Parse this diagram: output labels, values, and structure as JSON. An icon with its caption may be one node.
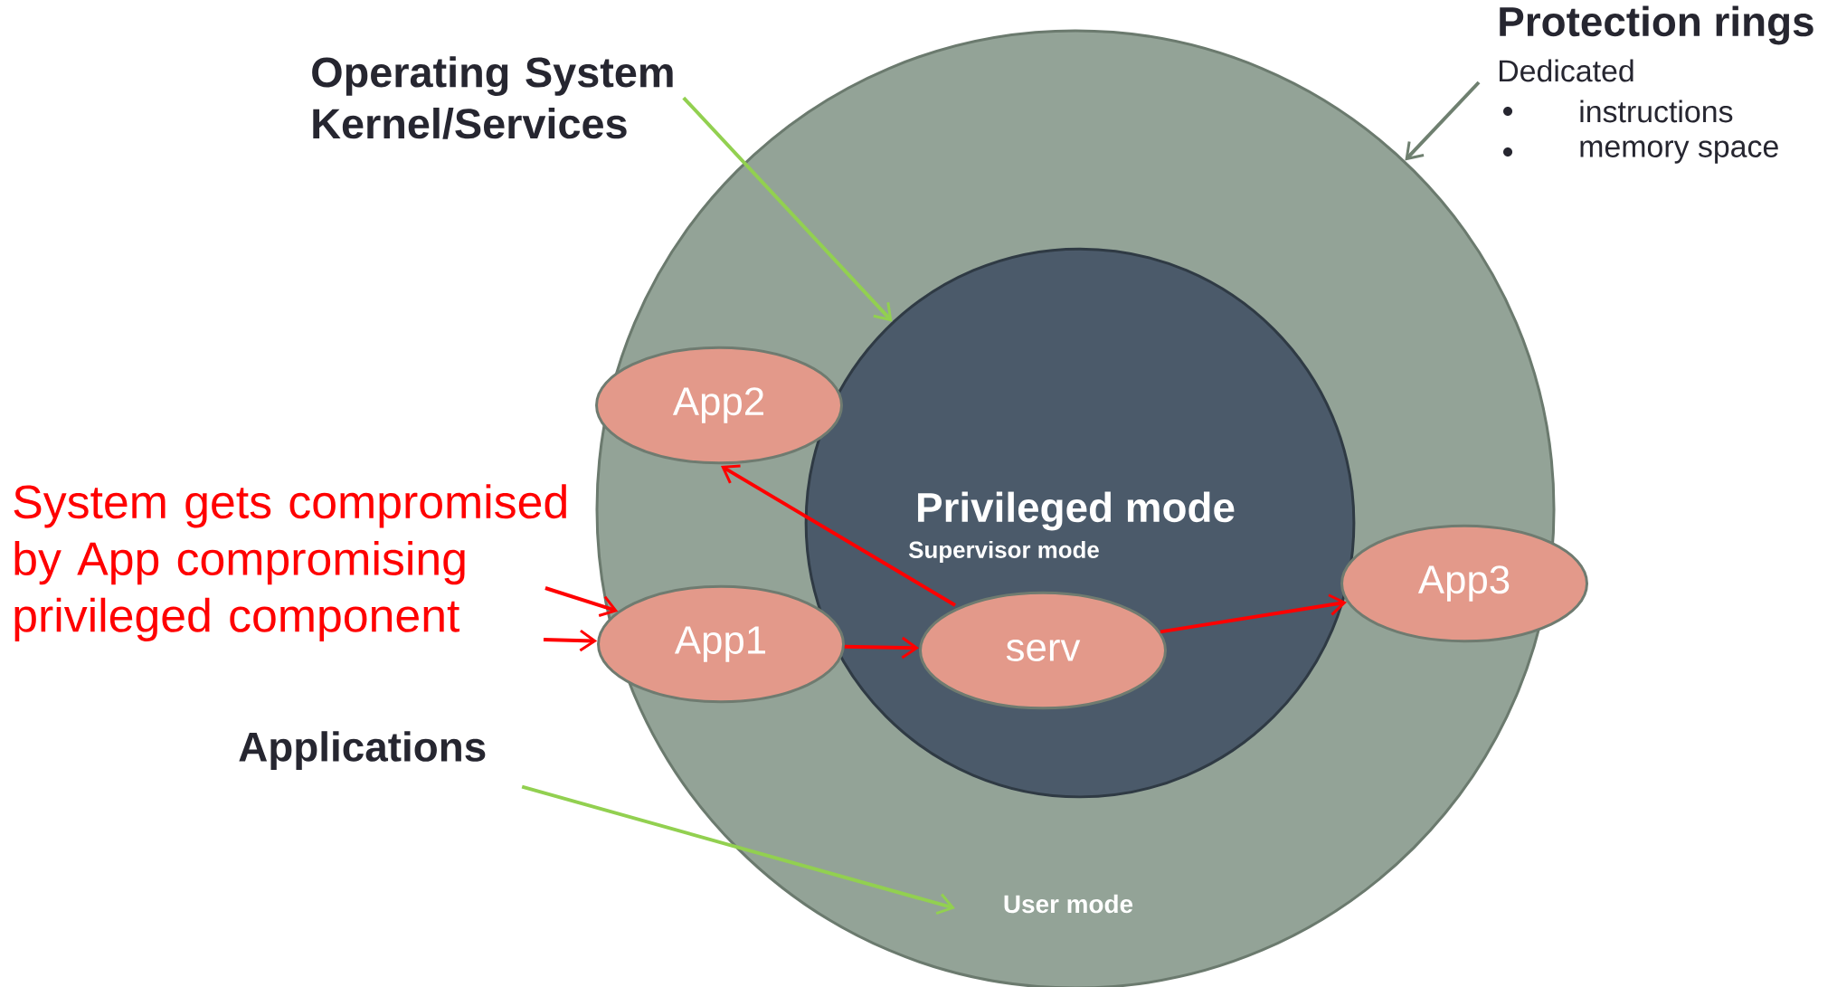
{
  "diagram": {
    "nodes": [
      {
        "text": [
          "Protection rings",
          "Dedicated",
          "instructions",
          "memory space"
        ]
      },
      {
        "text": [
          "Operating System Kernel/Services"
        ]
      },
      {
        "text": [
          "User mode"
        ]
      },
      {
        "text": [
          "Privileged mode",
          "Supervisor mode"
        ],
        "in": 2
      },
      {
        "text": [
          "App2"
        ],
        "in": 2
      },
      {
        "text": [
          "System gets compromised by App compromising privileged component"
        ]
      },
      {
        "text": [
          "App1"
        ],
        "in": 2
      },
      {
        "text": [
          "serv"
        ],
        "in": 3
      },
      {
        "text": [
          "App3"
        ]
      },
      {
        "text": [
          "Applications"
        ]
      }
    ],
    "edges": [
      {
        "from": 1,
        "to": 3,
        "arrow": "to",
        "color": "#92d050"
      },
      {
        "from": 0,
        "to": 2,
        "arrow": "to",
        "color": "#6f8070"
      },
      {
        "from": 6,
        "to": 7,
        "arrow": "to"
      },
      {
        "from": 7,
        "to": 4,
        "arrow": "to"
      },
      {
        "from": 7,
        "to": 8,
        "arrow": "to"
      },
      {
        "from": 5,
        "to": 6,
        "arrow": "to"
      },
      {
        "from": 5,
        "to": 6,
        "arrow": "to"
      },
      {
        "from": 9,
        "to": 2,
        "arrow": "to",
        "color": "#92d050"
      }
    ]
  }
}
